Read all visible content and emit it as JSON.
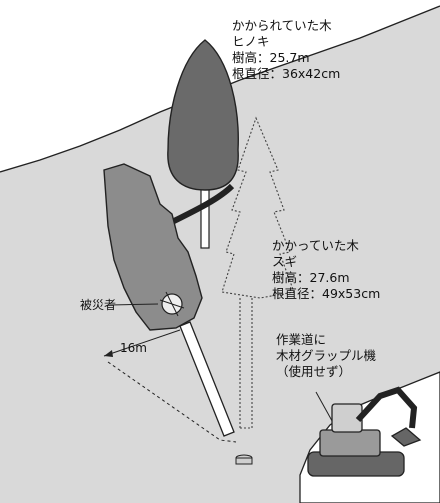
{
  "hinoki": {
    "title": "かかられていた木",
    "species": "ヒノキ",
    "height": "樹高：25.7m",
    "root_diameter": "根直径：36x42cm"
  },
  "sugi": {
    "title": "かかっていた木",
    "species": "スギ",
    "height": "樹高：27.6m",
    "root_diameter": "根直径：49x53cm"
  },
  "victim": "被災者",
  "distance": "16m",
  "machine": {
    "line1": "作業道に",
    "line2": "木材グラップル機",
    "line3": "（使用せず）"
  },
  "colors": {
    "hillside": "#d9d9d9",
    "hinoki_crown": "#6a6a6a",
    "sugi_crown": "#8c8c8c",
    "excavator": "#9a9a9a"
  }
}
